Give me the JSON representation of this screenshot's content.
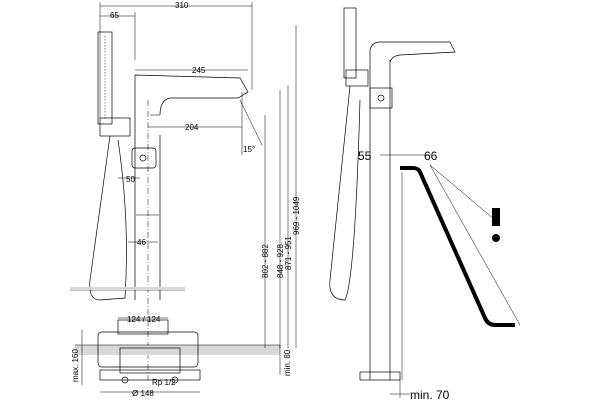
{
  "dimensions": {
    "width_310": "310",
    "width_65": "65",
    "width_245": "245",
    "width_204": "204",
    "angle_15": "15°",
    "width_50": "50",
    "width_46": "46",
    "height_802_882": "802 - 882",
    "height_848_928": "848 - 928",
    "height_871_951": "871 - 951",
    "height_969_1049": "969 - 1049",
    "width_124": "124 / 124",
    "max_160": "max. 160",
    "min_80": "min. 80",
    "rp_1_2": "Rp 1/2",
    "dia_148": "Ø 148",
    "side_55": "55",
    "side_66": "66",
    "min_70": "min. 70"
  },
  "warning": {
    "symbol": "!"
  }
}
